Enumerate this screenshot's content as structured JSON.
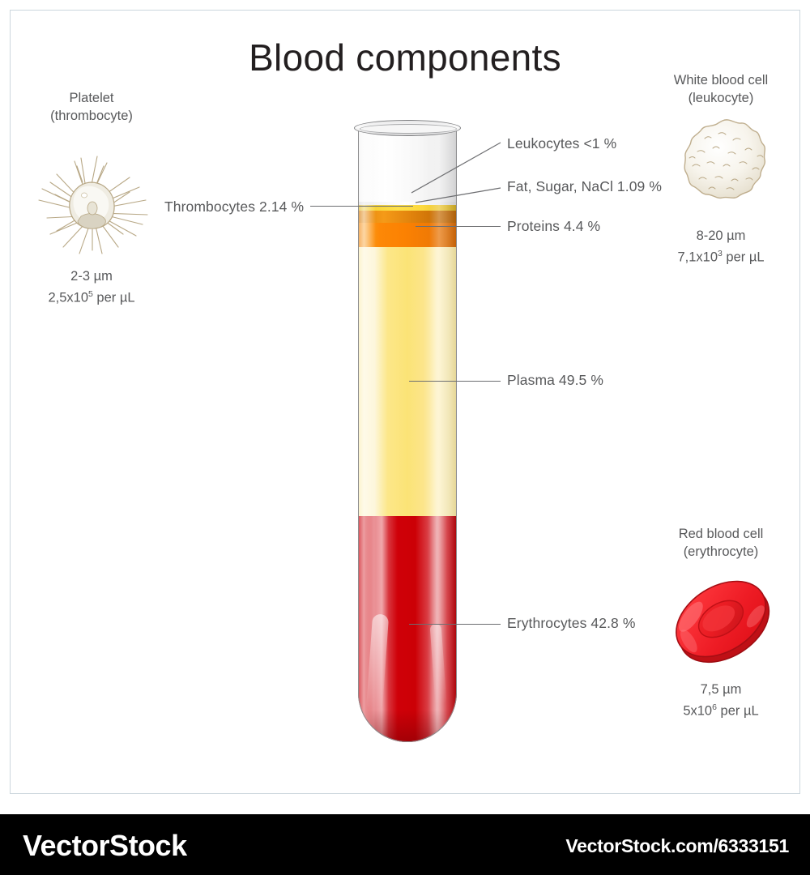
{
  "page": {
    "title": "Blood components"
  },
  "tube": {
    "layers": [
      {
        "key": "thrombocytes",
        "label": "Thrombocytes 2.14 %",
        "percent": 2.14,
        "color": "#ffe14a"
      },
      {
        "key": "fat_sugar_nacl",
        "label": "Fat, Sugar, NaCl 1.09 %",
        "percent": 1.09,
        "color": "#e98c10"
      },
      {
        "key": "proteins",
        "label": "Proteins 4.4 %",
        "percent": 4.4,
        "color": "#fb8102"
      },
      {
        "key": "plasma",
        "label": "Plasma 49.5 %",
        "percent": 49.5,
        "color": "#fbe376"
      },
      {
        "key": "erythrocytes",
        "label": "Erythrocytes 42.8 %",
        "percent": 42.8,
        "color": "#cc0006"
      }
    ]
  },
  "callouts": {
    "leukocytes": "Leukocytes  <1 %",
    "fat_sugar_nacl": "Fat, Sugar, NaCl 1.09 %",
    "proteins": "Proteins 4.4 %",
    "thrombocytes": "Thrombocytes 2.14 %",
    "plasma": "Plasma 49.5 %",
    "erythrocytes": "Erythrocytes 42.8 %"
  },
  "cells": {
    "platelet": {
      "name": "Platelet",
      "alt_name": "(thrombocyte)",
      "size": "2-3 µm",
      "count_prefix": "2,5x10",
      "count_exp": "5",
      "count_suffix": " per µL",
      "color": "#ded6c4"
    },
    "leukocyte": {
      "name": "White blood cell",
      "alt_name": "(leukocyte)",
      "size": "8-20 µm",
      "count_prefix": "7,1x10",
      "count_exp": "3",
      "count_suffix": " per µL",
      "color": "#f7f4ec"
    },
    "erythrocyte": {
      "name": "Red blood cell",
      "alt_name": "(erythrocyte)",
      "size": "7,5 µm",
      "count_prefix": "5x10",
      "count_exp": "6",
      "count_suffix": " per µL",
      "color": "#ee1c25"
    }
  },
  "footer": {
    "logo": "VectorStock",
    "url": "VectorStock.com/6333151"
  }
}
